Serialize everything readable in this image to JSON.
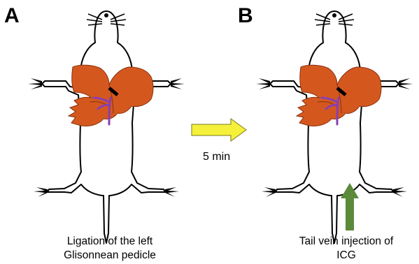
{
  "panels": [
    {
      "letter": "A",
      "caption": [
        "Ligation of the left",
        "Glisonnean pedicle"
      ]
    },
    {
      "letter": "B",
      "caption": [
        "Tail vein injection of",
        "ICG"
      ]
    }
  ],
  "transition": {
    "label": "5 min",
    "color": "#f5f03a"
  },
  "injection_arrow": {
    "color": "#5a8a3a"
  },
  "colors": {
    "liver": "#d4581e",
    "vessel": "#8a3fb0",
    "ligature": "#000000",
    "outline": "#000000"
  },
  "icons": {
    "transition": "right-arrow-icon",
    "injection": "up-arrow-icon"
  }
}
